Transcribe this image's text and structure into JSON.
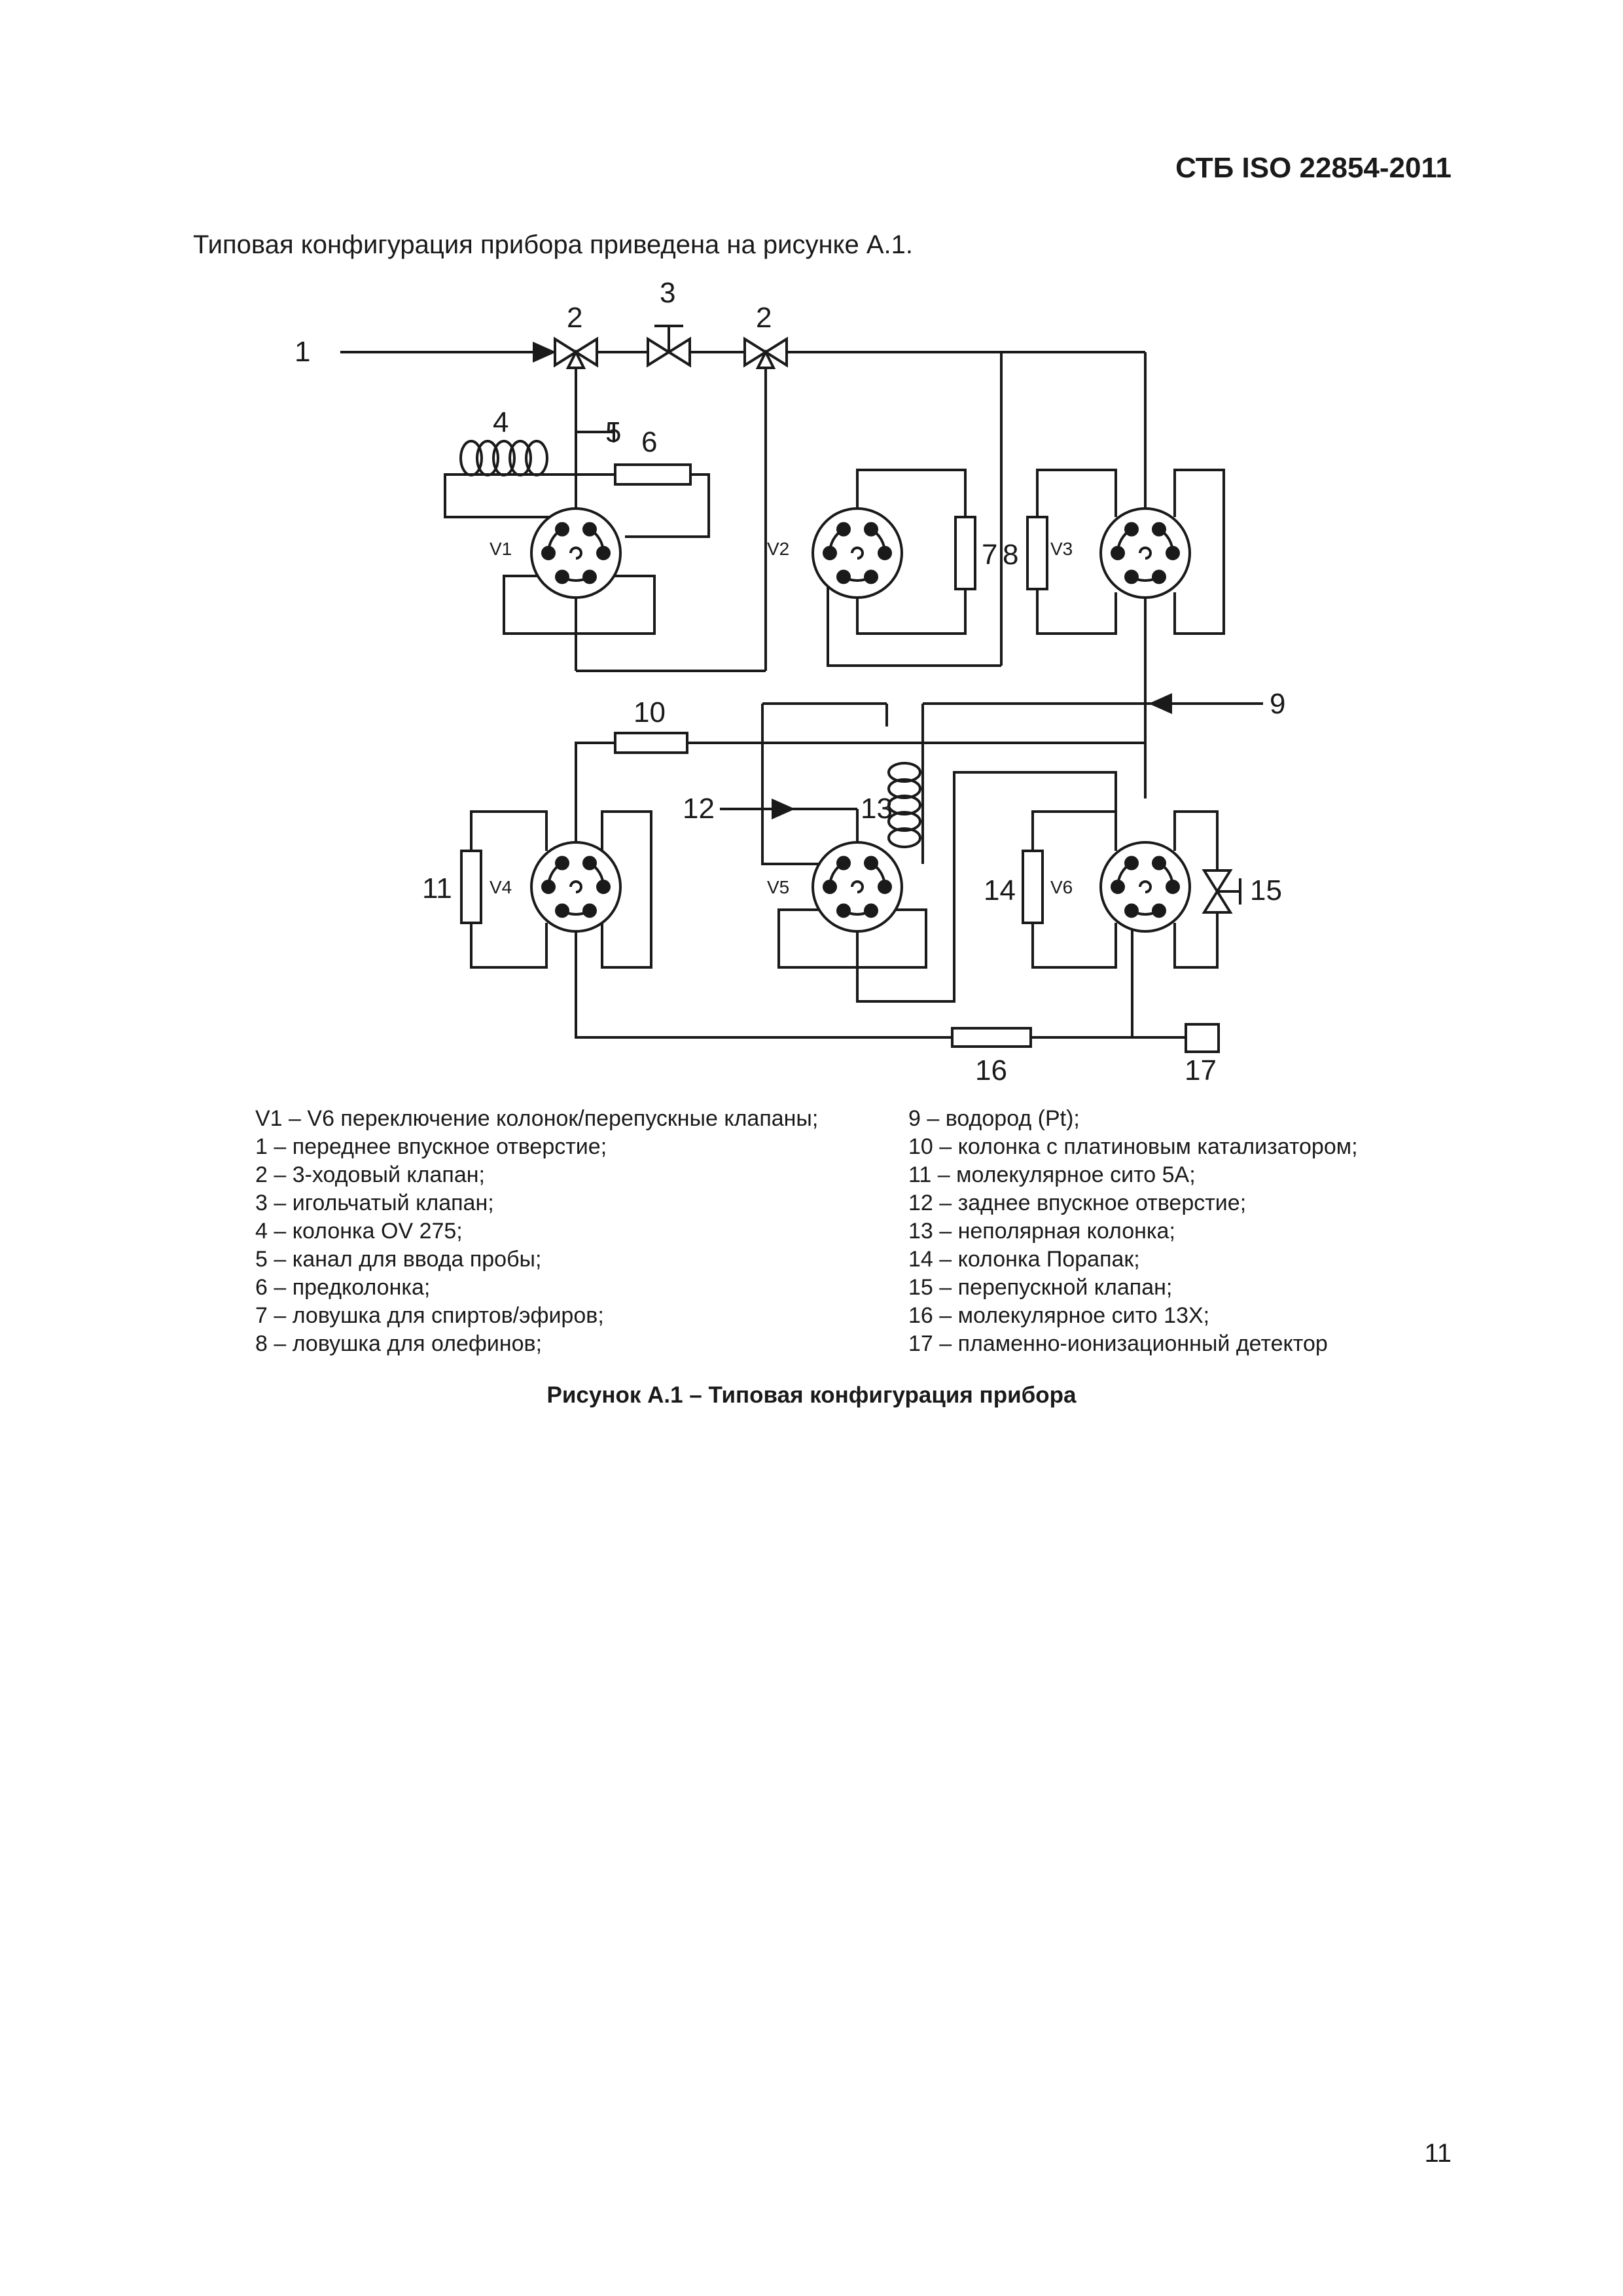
{
  "header": {
    "doc_code": "СТБ ISO 22854-2011"
  },
  "intro_text": "Типовая конфигурация прибора приведена на рисунке А.1.",
  "figure": {
    "labels": {
      "n1": "1",
      "n2a": "2",
      "n2b": "2",
      "n3": "3",
      "n4": "4",
      "n5": "5",
      "n6": "6",
      "n7": "7",
      "n8": "8",
      "n9": "9",
      "n10": "10",
      "n11": "11",
      "n12": "12",
      "n13": "13",
      "n14": "14",
      "n15": "15",
      "n16": "16",
      "n17": "17"
    },
    "valves": {
      "v1": "V1",
      "v2": "V2",
      "v3": "V3",
      "v4": "V4",
      "v5": "V5",
      "v6": "V6"
    }
  },
  "legend_left": [
    "V1 – V6 переключение колонок/перепускные клапаны;",
    "1 – переднее впускное отверстие;",
    "2 – 3-ходовый клапан;",
    "3 – игольчатый клапан;",
    "4 – колонка OV 275;",
    "5 – канал для ввода пробы;",
    "6 – предколонка;",
    "7 – ловушка для спиртов/эфиров;",
    "8 – ловушка для олефинов;"
  ],
  "legend_right": [
    "9 – водород (Pt);",
    "10 – колонка с платиновым катализатором;",
    "11 – молекулярное сито 5А;",
    "12 – заднее впускное отверстие;",
    "13 – неполярная колонка;",
    "14 – колонка Порапак;",
    "15 – перепускной клапан;",
    "16 – молекулярное сито 13Х;",
    "17 – пламенно-ионизационный детектор"
  ],
  "caption": "Рисунок А.1 – Типовая конфигурация прибора",
  "page_number": "11"
}
